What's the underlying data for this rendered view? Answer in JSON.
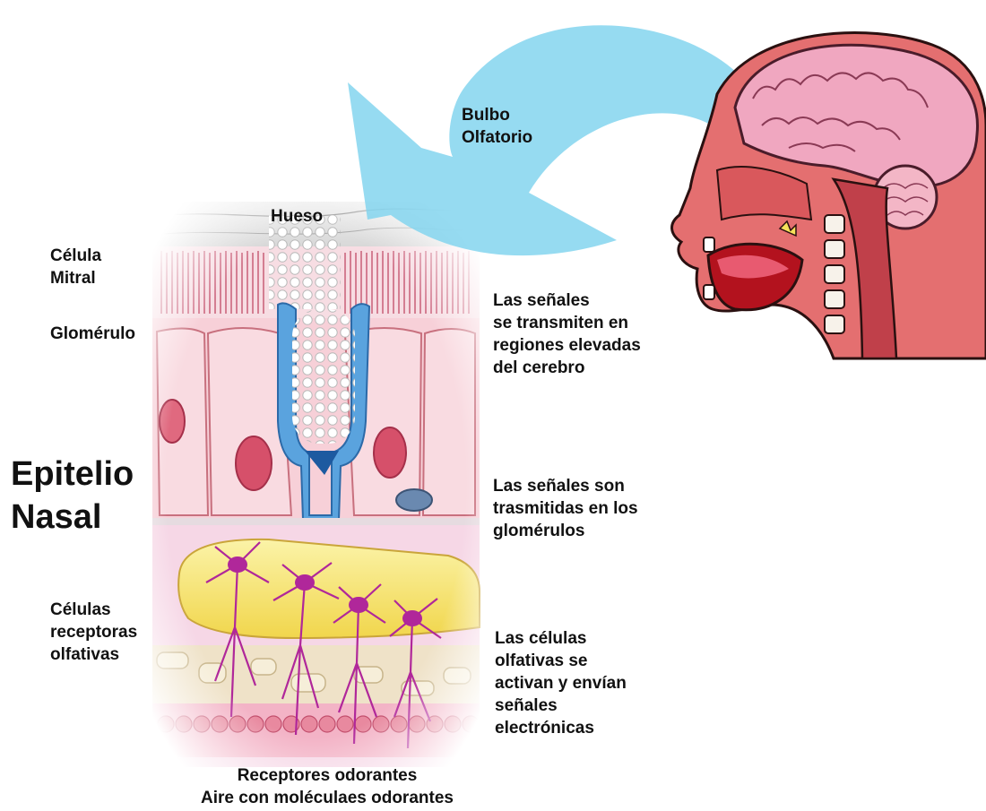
{
  "labels": {
    "bulbo": "Bulbo\nOlfatorio",
    "hueso": "Hueso",
    "celula_mitral": "Célula\nMitral",
    "glomerulo": "Glomérulo",
    "epitelio": "Epitelio\nNasal",
    "celulas_receptoras": "Células\nreceptoras\nolfativas",
    "senales_cerebro": "Las señales\nse transmiten en\nregiones elevadas\ndel cerebro",
    "senales_glomerulos": "Las señales son\ntrasmitidas en los\nglomérulos",
    "celulas_activan": "Las células\nolfativas se\nactivan y envían\nseñales\nelectrónicas",
    "receptores": "Receptores odorantes",
    "aire": "Aire con moléculaes odorantes"
  },
  "colors": {
    "arrow": "#7fd3ee",
    "bone": "#e6e6e6",
    "tissue_pink": "#f6c6cf",
    "cell_border": "#c8707e",
    "nucleus": "#d6506a",
    "support_cell": "#3f8ccd",
    "bulb_yellow": "#f3e06c",
    "neuron": "#b0279a",
    "brain": "#f0a7c0",
    "head_skin": "#e46f70",
    "head_dark": "#8a2e22"
  },
  "icons": {
    "head": "head-cross-section-illustration",
    "tissue": "olfactory-epithelium-illustration",
    "arrow": "curved-arrow"
  }
}
